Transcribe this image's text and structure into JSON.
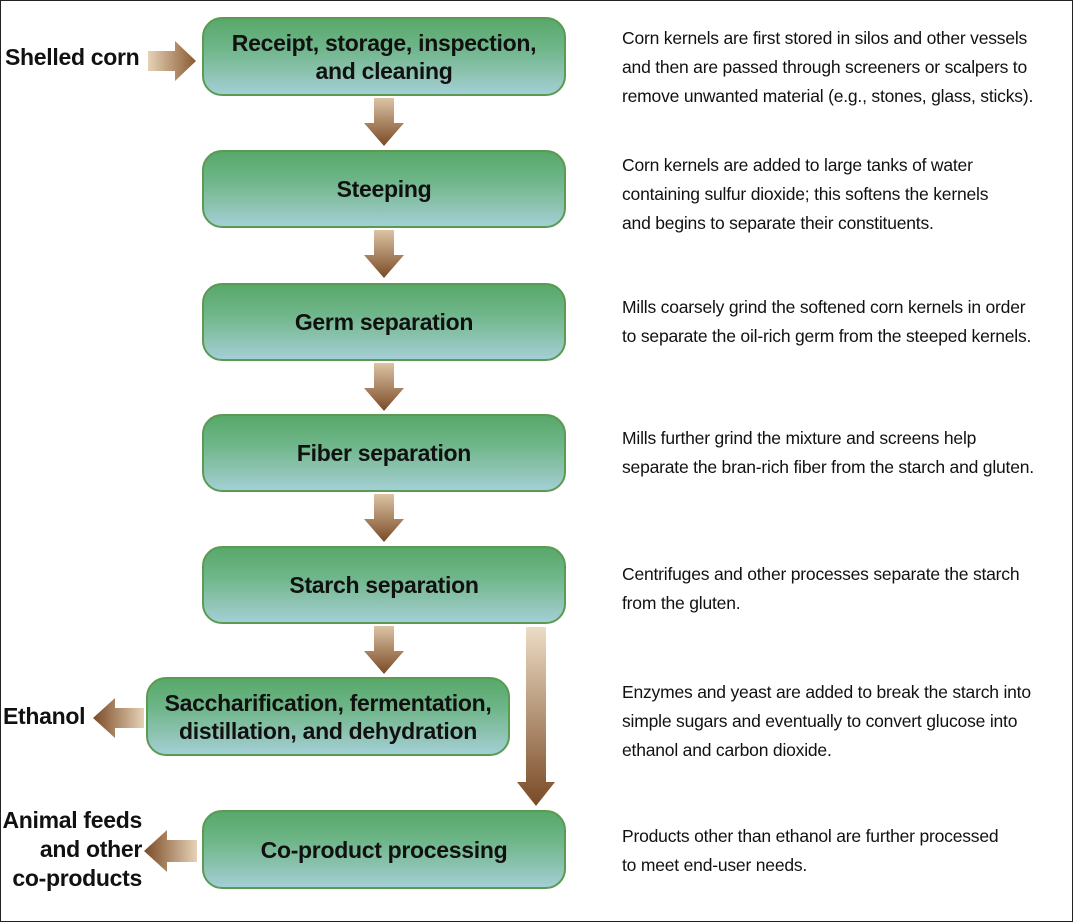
{
  "colors": {
    "box_top": "#58a86a",
    "box_bottom": "#a3cfd6",
    "box_border": "#5b9a52",
    "arrow_light": "#dcc4a4",
    "arrow_dark": "#7a4a26"
  },
  "input": {
    "label": "Shelled corn"
  },
  "steps": [
    {
      "lines": [
        "Receipt, storage, inspection,",
        "and cleaning"
      ],
      "description": [
        "Corn kernels are first stored in silos and other vessels",
        "and then are passed through screeners or scalpers to",
        "remove unwanted material (e.g., stones, glass, sticks)."
      ]
    },
    {
      "lines": [
        "Steeping"
      ],
      "description": [
        "Corn kernels are added to large tanks of water",
        "containing sulfur dioxide; this softens the kernels",
        "and begins to separate their constituents."
      ]
    },
    {
      "lines": [
        "Germ separation"
      ],
      "description": [
        "Mills coarsely grind the softened corn kernels in order",
        "to separate the oil-rich germ from the steeped kernels."
      ]
    },
    {
      "lines": [
        "Fiber separation"
      ],
      "description": [
        "Mills further grind the mixture and screens help",
        "separate the bran-rich fiber from the starch and gluten."
      ]
    },
    {
      "lines": [
        "Starch separation"
      ],
      "description": [
        "Centrifuges and other processes separate the starch",
        "from the gluten."
      ]
    },
    {
      "lines": [
        "Saccharification, fermentation,",
        "distillation, and dehydration"
      ],
      "description": [
        "Enzymes and yeast are added to break the starch into",
        "simple sugars and eventually to convert glucose into",
        "ethanol and carbon dioxide."
      ]
    },
    {
      "lines": [
        "Co-product processing"
      ],
      "description": [
        "Products other than ethanol are further processed",
        "to meet end-user needs."
      ]
    }
  ],
  "outputs": {
    "ethanol": "Ethanol",
    "coproducts": [
      "Animal feeds",
      "and other",
      "co-products"
    ]
  }
}
